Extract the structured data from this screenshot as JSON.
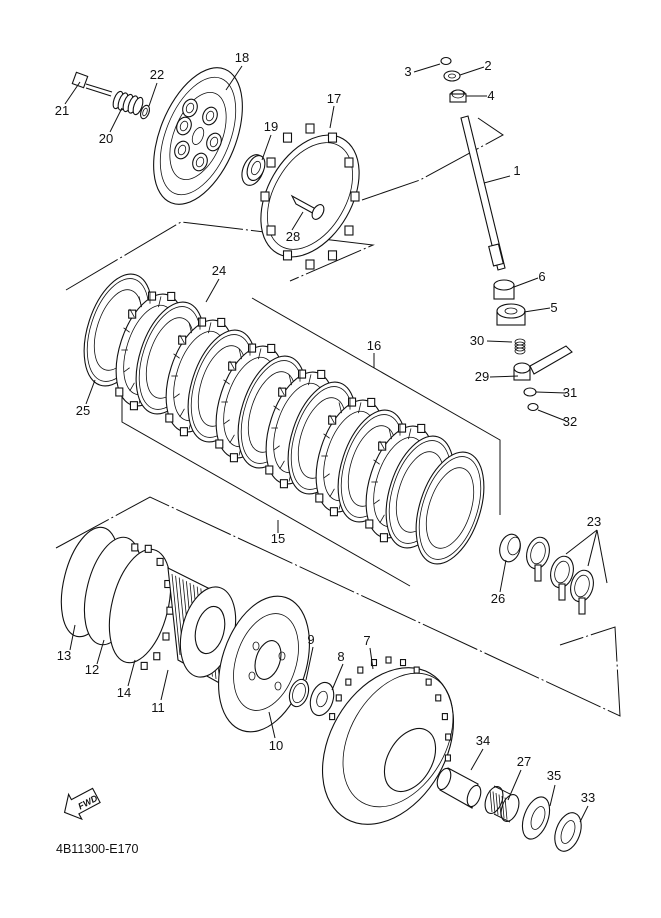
{
  "diagram": {
    "type": "exploded-parts-diagram",
    "subject": "clutch assembly",
    "drawing_code": "4B11300-E170",
    "direction_marker": {
      "icon": "fwd-arrow-icon",
      "label": "FWD"
    },
    "callouts": [
      {
        "id": "1",
        "label": "1"
      },
      {
        "id": "2",
        "label": "2"
      },
      {
        "id": "3",
        "label": "3"
      },
      {
        "id": "4",
        "label": "4"
      },
      {
        "id": "5",
        "label": "5"
      },
      {
        "id": "6",
        "label": "6"
      },
      {
        "id": "7",
        "label": "7"
      },
      {
        "id": "8",
        "label": "8"
      },
      {
        "id": "9",
        "label": "9"
      },
      {
        "id": "10",
        "label": "10"
      },
      {
        "id": "11",
        "label": "11"
      },
      {
        "id": "12",
        "label": "12"
      },
      {
        "id": "13",
        "label": "13"
      },
      {
        "id": "14",
        "label": "14"
      },
      {
        "id": "15",
        "label": "15"
      },
      {
        "id": "16",
        "label": "16"
      },
      {
        "id": "17",
        "label": "17"
      },
      {
        "id": "18",
        "label": "18"
      },
      {
        "id": "19",
        "label": "19"
      },
      {
        "id": "20",
        "label": "20"
      },
      {
        "id": "21",
        "label": "21"
      },
      {
        "id": "22",
        "label": "22"
      },
      {
        "id": "23",
        "label": "23"
      },
      {
        "id": "24",
        "label": "24"
      },
      {
        "id": "25",
        "label": "25"
      },
      {
        "id": "26",
        "label": "26"
      },
      {
        "id": "27",
        "label": "27"
      },
      {
        "id": "28",
        "label": "28"
      },
      {
        "id": "29",
        "label": "29"
      },
      {
        "id": "30",
        "label": "30"
      },
      {
        "id": "31",
        "label": "31"
      },
      {
        "id": "32",
        "label": "32"
      },
      {
        "id": "33",
        "label": "33"
      },
      {
        "id": "34",
        "label": "34"
      },
      {
        "id": "35",
        "label": "35"
      }
    ]
  }
}
